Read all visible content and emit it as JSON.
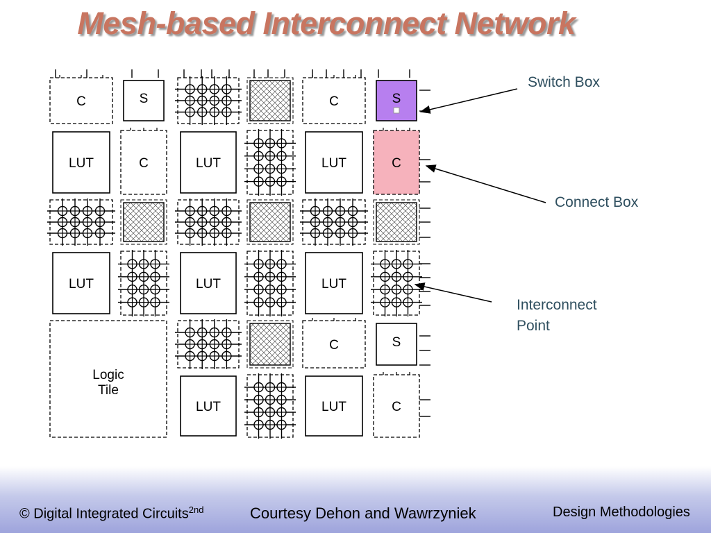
{
  "slide": {
    "title": "Mesh-based Interconnect Network"
  },
  "diagram": {
    "tiles": [
      {
        "kind": "C",
        "label": "C",
        "dashed": true
      },
      {
        "kind": "S",
        "label": "S",
        "dashed": false
      },
      {
        "kind": "IP4",
        "label": "",
        "dashed": true
      },
      {
        "kind": "X",
        "label": "",
        "dashed": true
      },
      {
        "kind": "C",
        "label": "C",
        "dashed": true
      },
      {
        "kind": "S",
        "label": "S",
        "dashed": false,
        "highlight": "#b77fef"
      },
      {
        "kind": "LUT",
        "label": "LUT"
      },
      {
        "kind": "C",
        "label": "C",
        "dashed": true
      },
      {
        "kind": "LUT",
        "label": "LUT"
      },
      {
        "kind": "IP3",
        "label": "",
        "dashed": true
      },
      {
        "kind": "LUT",
        "label": "LUT"
      },
      {
        "kind": "C",
        "label": "C",
        "dashed": true,
        "highlight": "#f6b2bc"
      },
      {
        "kind": "IP4",
        "label": "",
        "dashed": true
      },
      {
        "kind": "X",
        "label": "",
        "dashed": true
      },
      {
        "kind": "IP4",
        "label": "",
        "dashed": true
      },
      {
        "kind": "X",
        "label": "",
        "dashed": true
      },
      {
        "kind": "IP4",
        "label": "",
        "dashed": true
      },
      {
        "kind": "X",
        "label": "",
        "dashed": true
      },
      {
        "kind": "LUT",
        "label": "LUT"
      },
      {
        "kind": "IP3",
        "label": "",
        "dashed": true
      },
      {
        "kind": "LUT",
        "label": "LUT"
      },
      {
        "kind": "IP3",
        "label": "",
        "dashed": true
      },
      {
        "kind": "LUT",
        "label": "LUT"
      },
      {
        "kind": "IP3",
        "label": "",
        "dashed": true
      },
      {
        "kind": "TILE",
        "label": "Logic\nTile",
        "dashed": true
      },
      {
        "kind": "IP4",
        "label": "",
        "dashed": true
      },
      {
        "kind": "X",
        "label": "",
        "dashed": true
      },
      {
        "kind": "C",
        "label": "C",
        "dashed": true
      },
      {
        "kind": "S",
        "label": "S",
        "dashed": false
      },
      {
        "kind": "LUT",
        "label": "LUT"
      },
      {
        "kind": "IP3",
        "label": "",
        "dashed": true
      },
      {
        "kind": "LUT",
        "label": "LUT"
      },
      {
        "kind": "C",
        "label": "C",
        "dashed": true
      }
    ],
    "logic_tile_label_line1": "Logic",
    "logic_tile_label_line2": "Tile"
  },
  "callouts": {
    "switch_box": "Switch Box",
    "connect_box": "Connect Box",
    "interconnect_point_line1": "Interconnect",
    "interconnect_point_line2": "Point"
  },
  "footer": {
    "left_text": "© Digital Integrated Circuits",
    "left_superscript": "2nd",
    "center_text": "Courtesy Dehon and Wawrzyniek",
    "right_text": "Design Methodologies"
  },
  "colors": {
    "title": "#c87560",
    "callout_text": "#2f4f5f",
    "switch_highlight": "#b77fef",
    "connect_highlight": "#f6b2bc",
    "footer_gradient_end": "#9ea4dc"
  }
}
